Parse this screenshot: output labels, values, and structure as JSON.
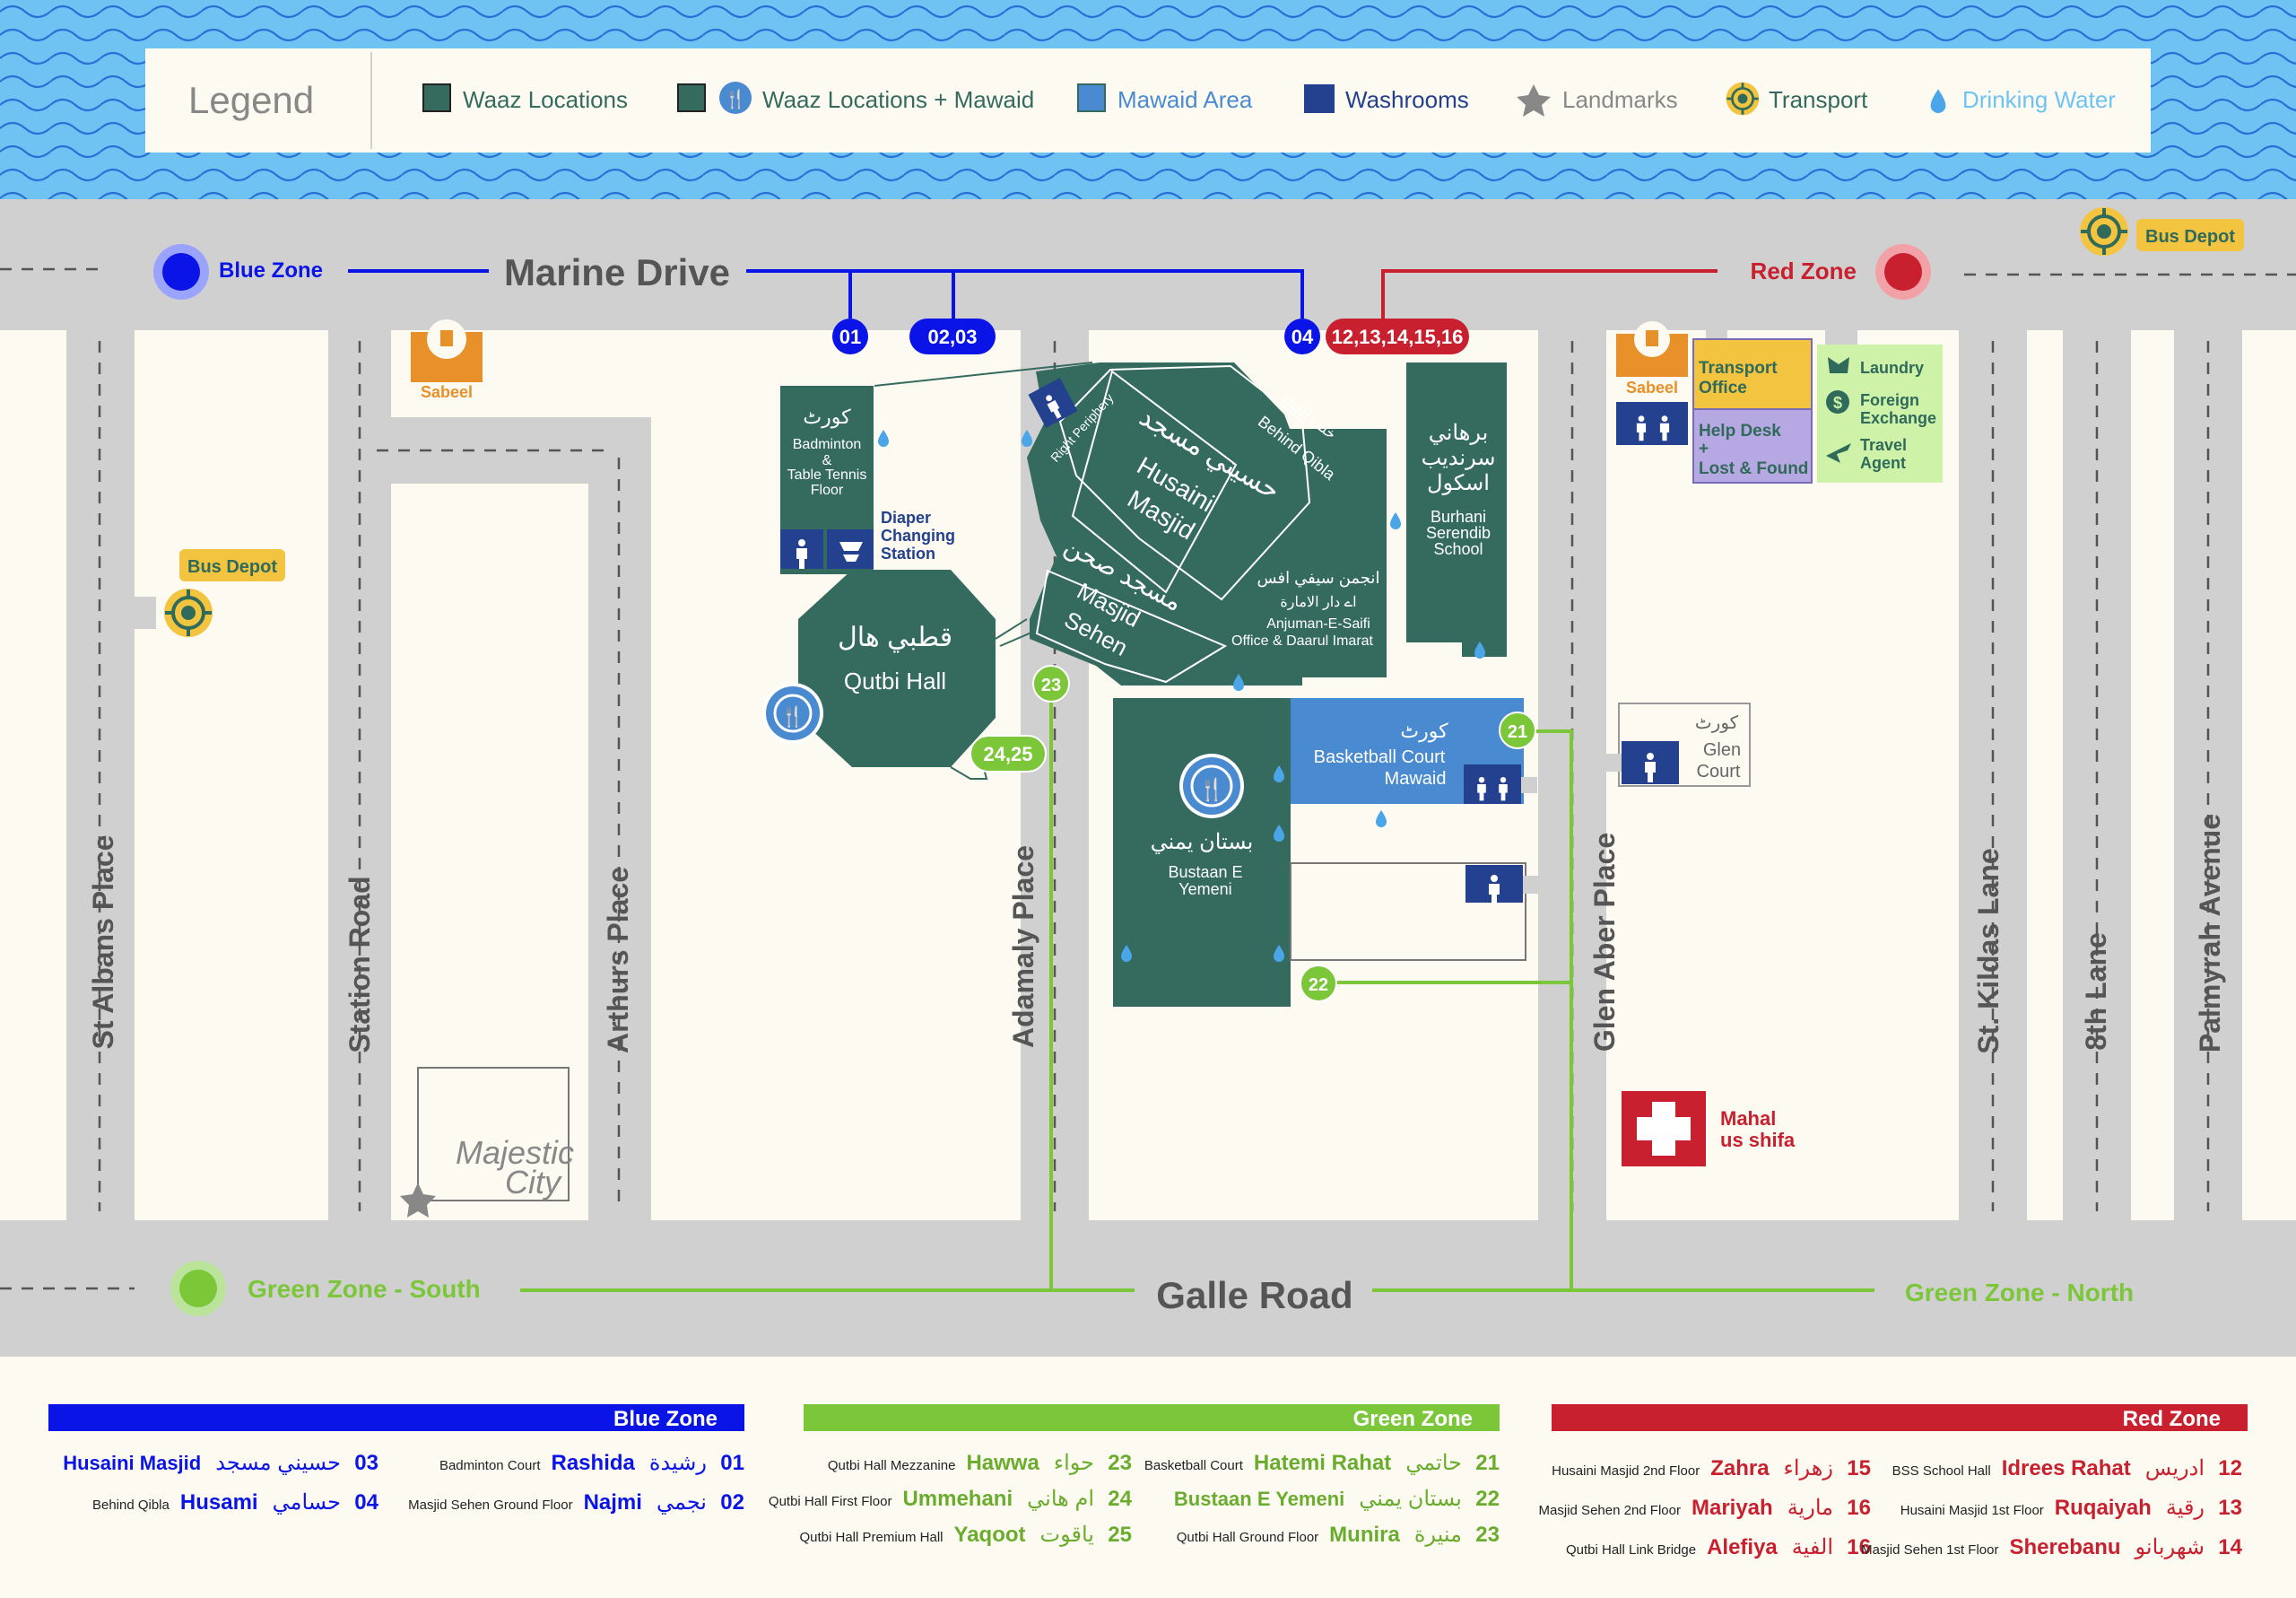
{
  "legend": {
    "title": "Legend",
    "items": {
      "waaz": "Waaz Locations",
      "waaz_mawaid": "Waaz Locations + Mawaid",
      "mawaid": "Mawaid Area",
      "washrooms": "Washrooms",
      "landmarks": "Landmarks",
      "transport": "Transport",
      "water": "Drinking Water"
    }
  },
  "colors": {
    "sea": "#6ec3f3",
    "road": "#d0d0d0",
    "ground": "#fdfbf1",
    "building": "#356b5f",
    "mawaid": "#4a8ad0",
    "washroom": "#23418f",
    "blue_zone": "#0a14e6",
    "green_zone": "#7cc63a",
    "red_zone": "#c8202f",
    "transport": "#f2c43f",
    "sabeel": "#e8902a"
  },
  "roads": {
    "marine_drive": "Marine Drive",
    "galle_road": "Galle Road",
    "st_albans": "St Albans Place",
    "station": "Station Road",
    "arthurs": "Arthurs Place",
    "adamaly": "Adamaly Place",
    "glen_aber": "Glen Aber Place",
    "st_kildas": "St. Kildas Lane",
    "eighth_lane": "8th Lane",
    "palmyrah": "Palmyrah Avenue"
  },
  "zones": {
    "blue": "Blue Zone",
    "red": "Red Zone",
    "green_south": "Green Zone - South",
    "green_north": "Green Zone - North"
  },
  "markers": {
    "m01": "01",
    "m0203": "02,03",
    "m04": "04",
    "m12to16": "12,13,14,15,16",
    "m21": "21",
    "m22": "22",
    "m23": "23",
    "m2425": "24,25"
  },
  "places": {
    "bus_depot": "Bus Depot",
    "sabeel": "Sabeel",
    "badminton_ar": "كورٹ",
    "badminton_1": "Badminton",
    "badminton_2": "&",
    "badminton_3": "Table Tennis",
    "badminton_4": "Floor",
    "diaper_1": "Diaper",
    "diaper_2": "Changing",
    "diaper_3": "Station",
    "right_periphery": "Right Periphery",
    "husaini_ar": "حسيني مسجد",
    "husaini_1": "Husaini",
    "husaini_2": "Masjid",
    "behind_qibla_ar": "خلف القبلة",
    "behind_qibla": "Behind Qibla",
    "sehen_ar": "مسجد صحن",
    "sehen_1": "Masjid",
    "sehen_2": "Sehen",
    "anjuman_ar_1": "انجمن سيفي افس",
    "anjuman_ar_2": "اے دار الامارة",
    "anjuman_1": "Anjuman-E-Saifi",
    "anjuman_2": "Office & Daarul Imarat",
    "school_ar_1": "برهاني",
    "school_ar_2": "سرنديب",
    "school_ar_3": "اسكول",
    "school_1": "Burhani",
    "school_2": "Serendib",
    "school_3": "School",
    "qutbi_ar": "قطبي هال",
    "qutbi": "Qutbi Hall",
    "basketball_ar": "كورٹ",
    "basketball_1": "Basketball Court",
    "basketball_2": "Mawaid",
    "bustaan_ar": "بستان يمني",
    "bustaan_1": "Bustaan E",
    "bustaan_2": "Yemeni",
    "glen_ar": "كورٹ",
    "glen_1": "Glen",
    "glen_2": "Court",
    "transport_office_1": "Transport",
    "transport_office_2": "Office",
    "help_1": "Help Desk",
    "help_2": "+",
    "help_3": "Lost & Found",
    "laundry": "Laundry",
    "forex_1": "Foreign",
    "forex_2": "Exchange",
    "travel_1": "Travel",
    "travel_2": "Agent",
    "majestic_1": "Majestic",
    "majestic_2": "City",
    "mahal_1": "Mahal",
    "mahal_2": "us shifa"
  },
  "tables": {
    "blue": {
      "title": "Blue Zone",
      "rows": [
        {
          "place": "Husaini Masjid",
          "name": "",
          "arabic": "حسيني مسجد",
          "num": "03"
        },
        {
          "place": "Badminton Court",
          "name": "Rashida",
          "arabic": "رشيدة",
          "num": "01"
        },
        {
          "place": "Behind Qibla",
          "name": "Husami",
          "arabic": "حسامي",
          "num": "04"
        },
        {
          "place": "Masjid Sehen Ground Floor",
          "name": "Najmi",
          "arabic": "نجمي",
          "num": "02"
        }
      ]
    },
    "green": {
      "title": "Green Zone",
      "rows": [
        {
          "place": "Qutbi Hall Mezzanine",
          "name": "Hawwa",
          "arabic": "حواء",
          "num": "23"
        },
        {
          "place": "Basketball Court",
          "name": "Hatemi Rahat",
          "arabic": "حاتمي",
          "num": "21"
        },
        {
          "place": "Qutbi Hall First Floor",
          "name": "Ummehani",
          "arabic": "ام هاني",
          "num": "24"
        },
        {
          "place": "Bustaan E Yemeni",
          "name": "",
          "arabic": "بستان يمني",
          "num": "22"
        },
        {
          "place": "Qutbi Hall Premium Hall",
          "name": "Yaqoot",
          "arabic": "ياقوت",
          "num": "25"
        },
        {
          "place": "Qutbi Hall Ground Floor",
          "name": "Munira",
          "arabic": "منيرة",
          "num": "23"
        }
      ]
    },
    "red": {
      "title": "Red Zone",
      "rows": [
        {
          "place": "Husaini Masjid 2nd Floor",
          "name": "Zahra",
          "arabic": "زهراء",
          "num": "15"
        },
        {
          "place": "BSS School Hall",
          "name": "Idrees Rahat",
          "arabic": "ادريس",
          "num": "12"
        },
        {
          "place": "Masjid Sehen 2nd Floor",
          "name": "Mariyah",
          "arabic": "مارية",
          "num": "16"
        },
        {
          "place": "Husaini Masjid 1st Floor",
          "name": "Ruqaiyah",
          "arabic": "رقية",
          "num": "13"
        },
        {
          "place": "Qutbi Hall Link Bridge",
          "name": "Alefiya",
          "arabic": "الفية",
          "num": "16"
        },
        {
          "place": "Masjid Sehen 1st Floor",
          "name": "Sherebanu",
          "arabic": "شهربانو",
          "num": "14"
        }
      ]
    }
  }
}
